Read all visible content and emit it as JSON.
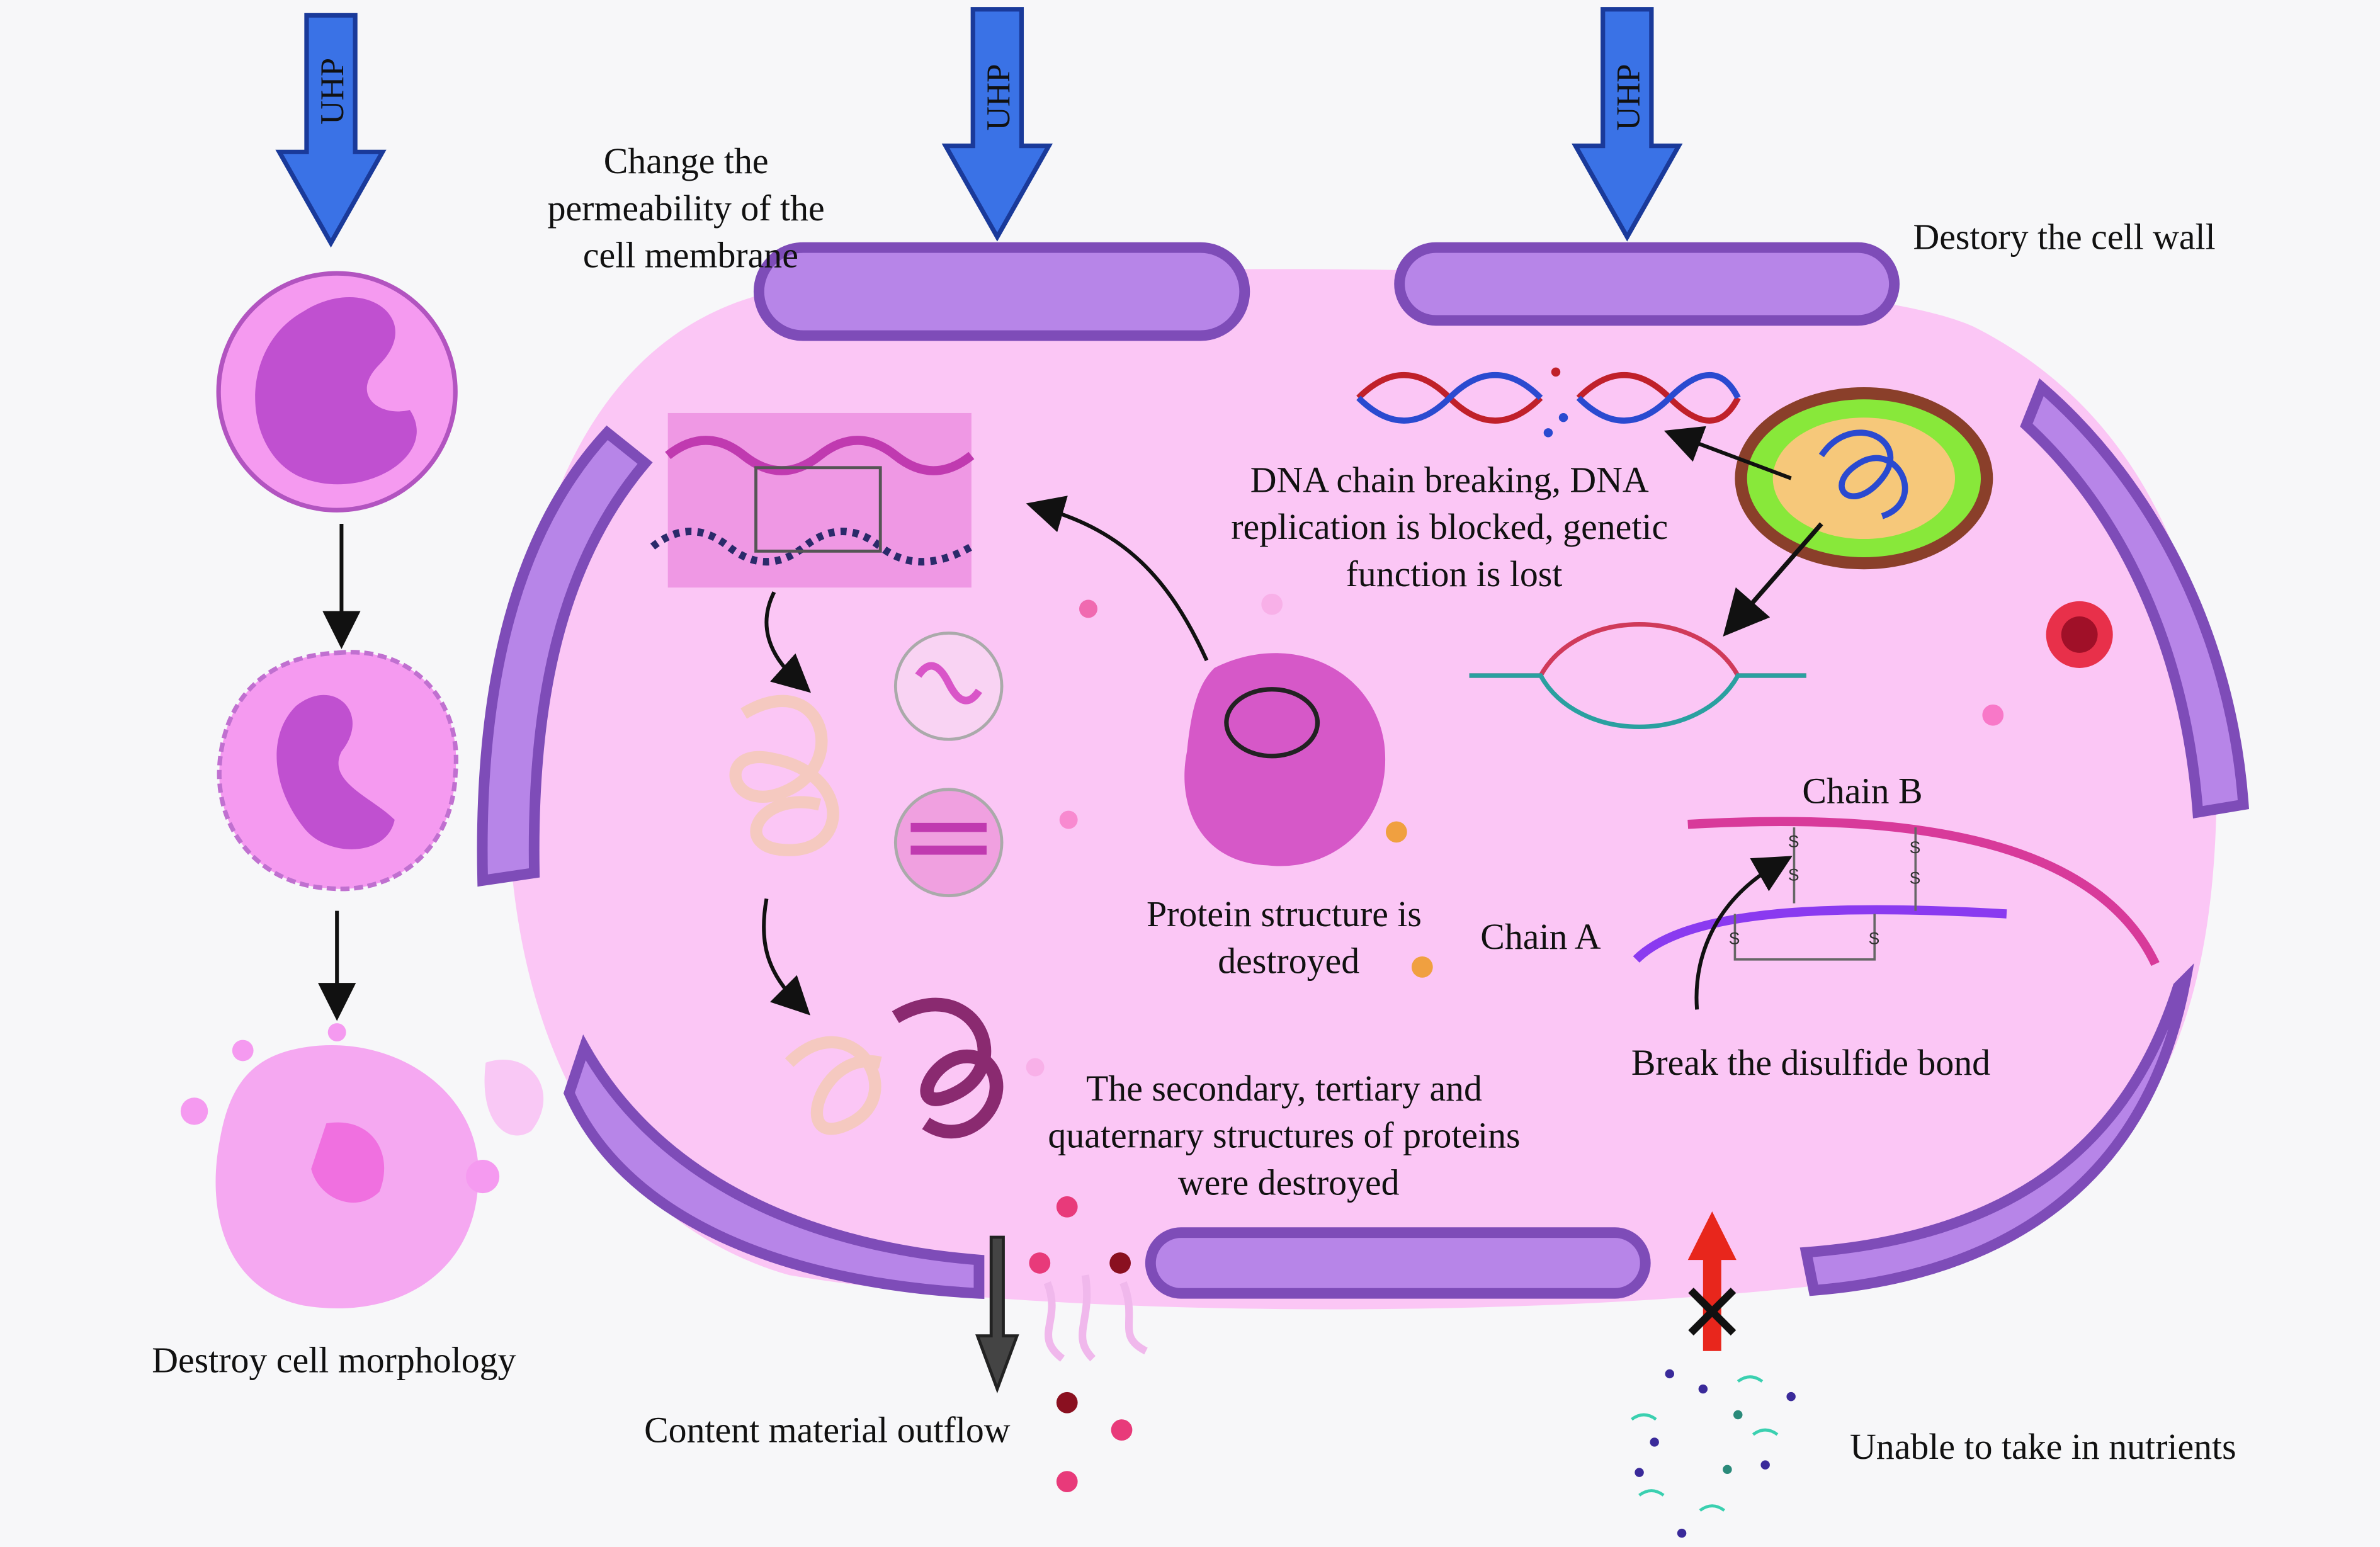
{
  "arrows": {
    "uhp_label": "UHP"
  },
  "labels": {
    "membrane": [
      "Change the",
      "permeability of the",
      "cell membrane"
    ],
    "cell_wall": "Destory the cell wall",
    "dna": [
      "DNA chain breaking, DNA",
      "replication is blocked, genetic",
      "function is lost"
    ],
    "chain_b": "Chain B",
    "chain_a": "Chain A",
    "disulfide_s": "S",
    "protein": [
      "Protein structure is",
      "destroyed"
    ],
    "disulfide": "Break the disulfide bond",
    "structures": [
      "The secondary, tertiary and",
      "quaternary structures of proteins",
      "were destroyed"
    ],
    "morphology": "Destroy cell morphology",
    "outflow": "Content material outflow",
    "nutrients": "Unable to take in nutrients"
  },
  "colors": {
    "background": "#f7f7f9",
    "cytoplasm": "#fbc6f5",
    "cell_wall": "#b785e8",
    "uhp_arrow": "#3a72e6",
    "blocked_arrow": "#e8261c",
    "outflow_arrow": "#444444"
  }
}
